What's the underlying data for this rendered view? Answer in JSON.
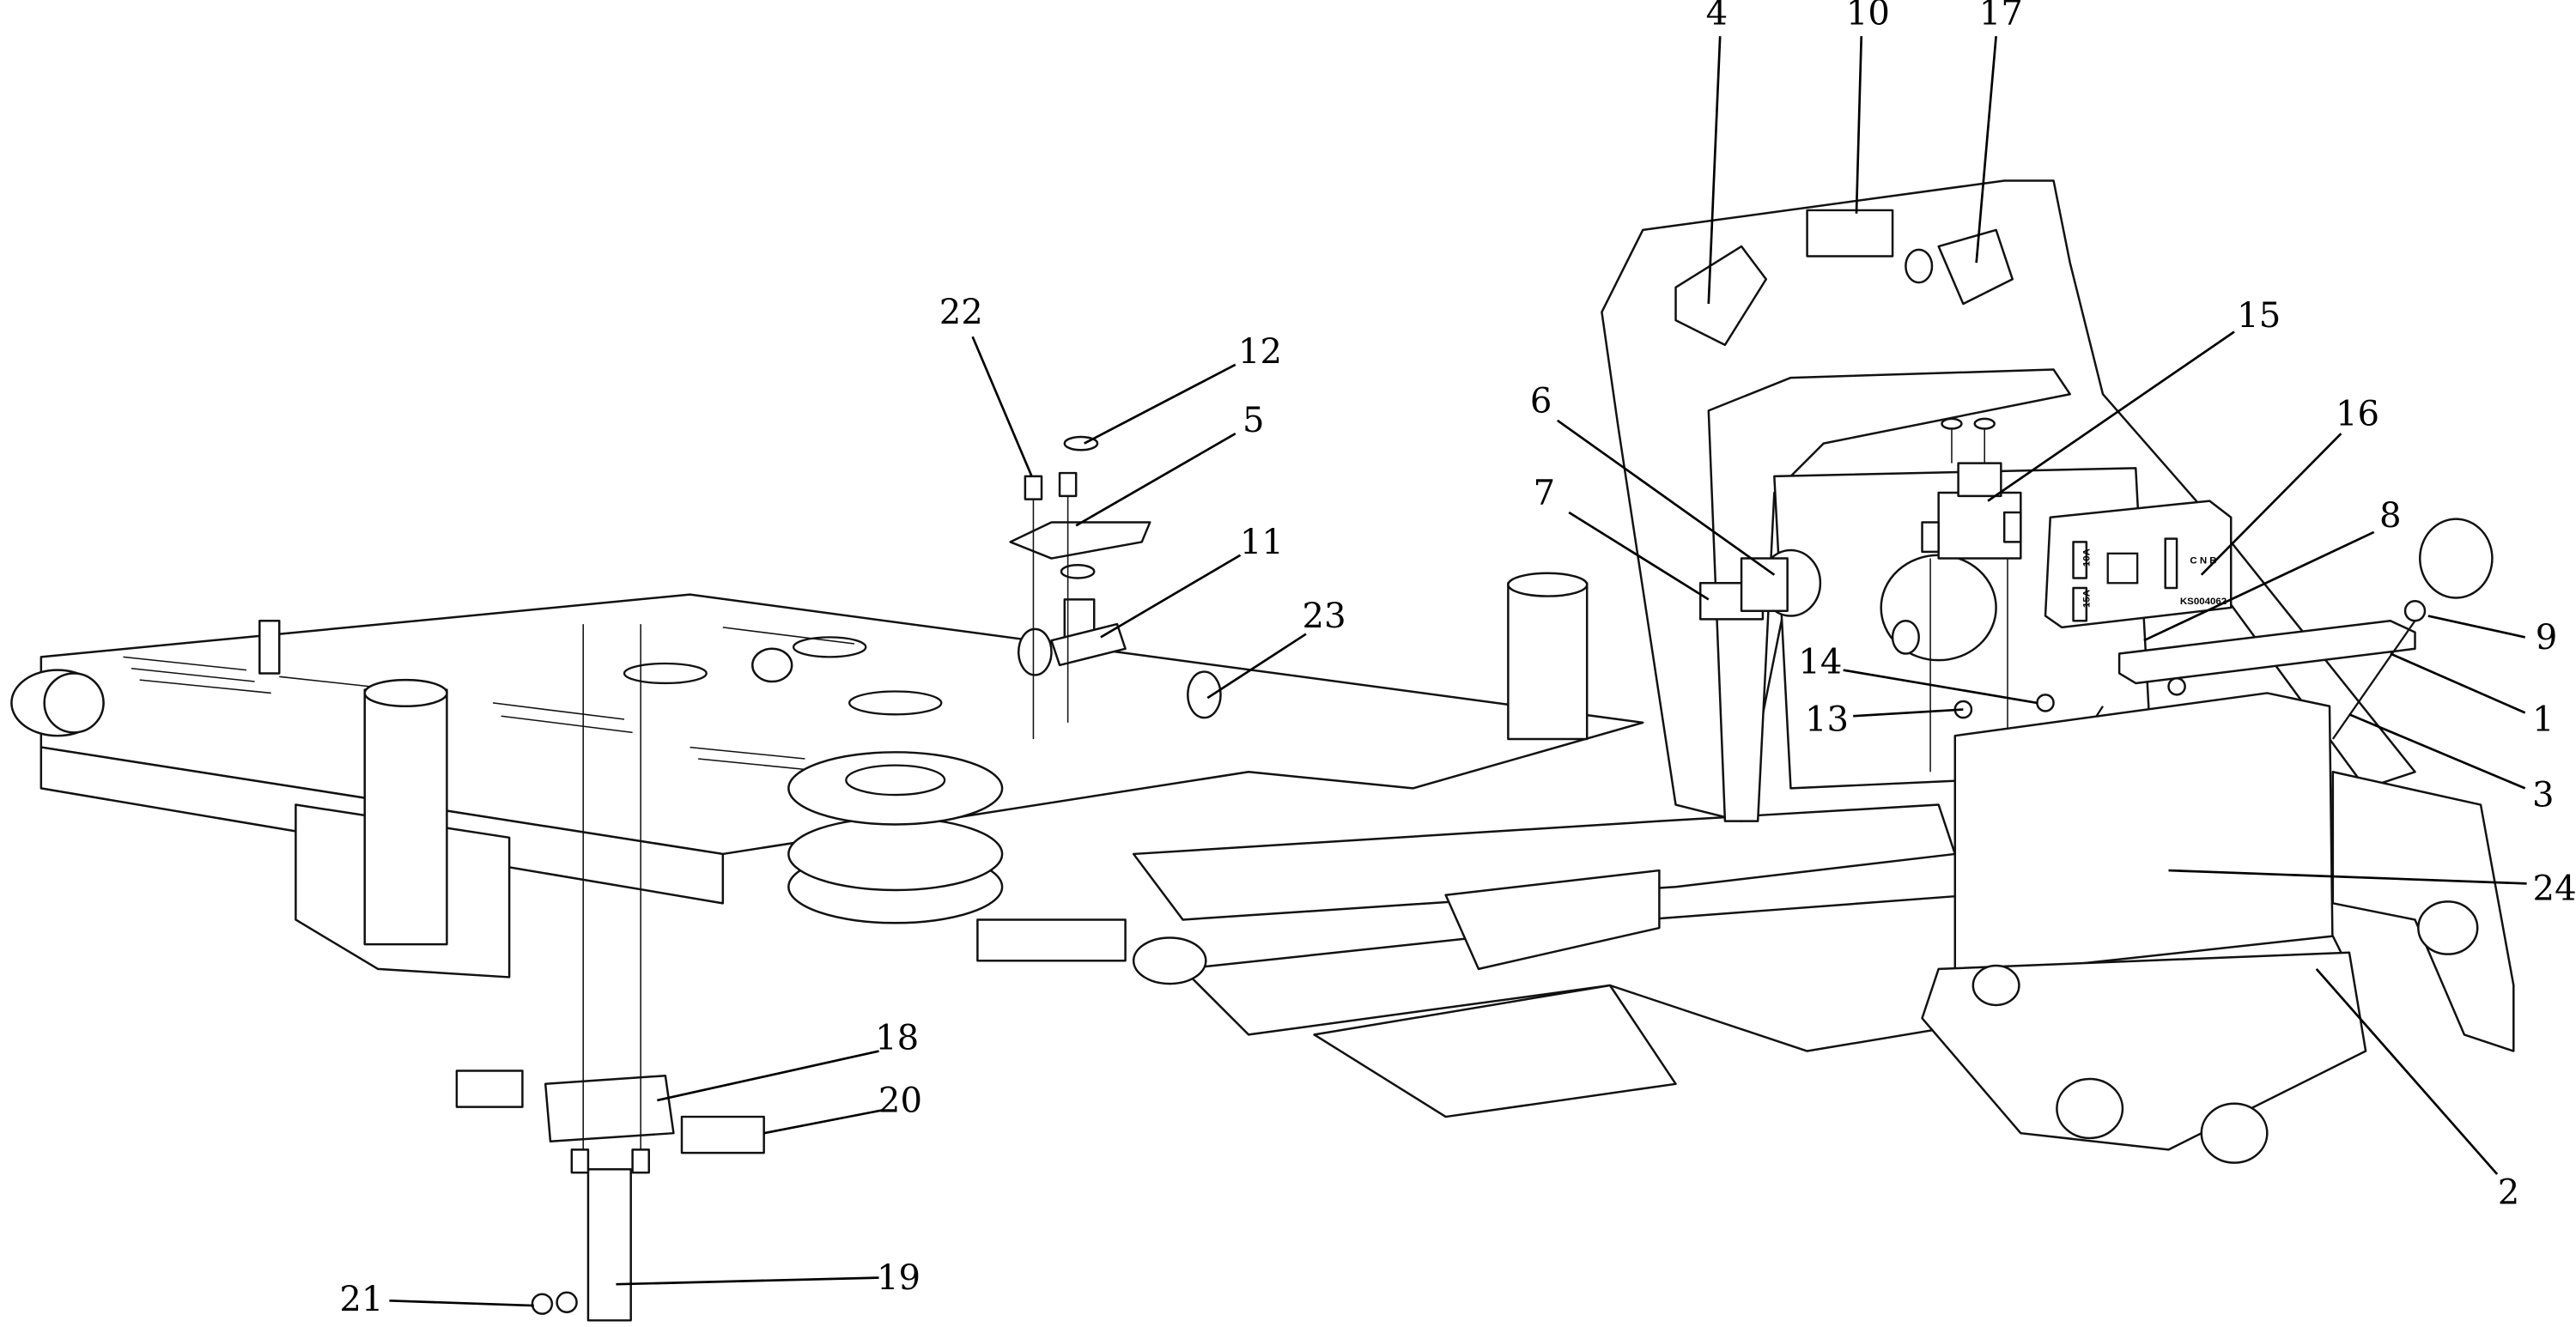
{
  "callouts": [
    {
      "id": "c1",
      "label": "1"
    },
    {
      "id": "c2",
      "label": "2"
    },
    {
      "id": "c3",
      "label": "3"
    },
    {
      "id": "c4",
      "label": "4"
    },
    {
      "id": "c5",
      "label": "5"
    },
    {
      "id": "c6",
      "label": "6"
    },
    {
      "id": "c7",
      "label": "7"
    },
    {
      "id": "c8",
      "label": "8"
    },
    {
      "id": "c9",
      "label": "9"
    },
    {
      "id": "c10",
      "label": "10"
    },
    {
      "id": "c11",
      "label": "11"
    },
    {
      "id": "c12",
      "label": "12"
    },
    {
      "id": "c13",
      "label": "13"
    },
    {
      "id": "c14",
      "label": "14"
    },
    {
      "id": "c15",
      "label": "15"
    },
    {
      "id": "c16",
      "label": "16"
    },
    {
      "id": "c17",
      "label": "17"
    },
    {
      "id": "c18",
      "label": "18"
    },
    {
      "id": "c19",
      "label": "19"
    },
    {
      "id": "c20",
      "label": "20"
    },
    {
      "id": "c21",
      "label": "21"
    },
    {
      "id": "c22",
      "label": "22"
    },
    {
      "id": "c23",
      "label": "23"
    },
    {
      "id": "c24",
      "label": "24"
    }
  ],
  "module_markings": {
    "fuse_a": "10A",
    "fuse_b": "15A",
    "terminals": "C N B",
    "part_number": "KS004062"
  }
}
